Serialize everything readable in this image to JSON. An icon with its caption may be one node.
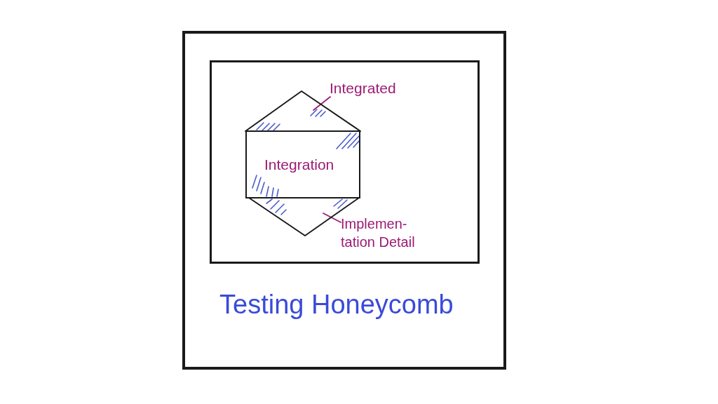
{
  "diagram": {
    "nodes": [
      {
        "text": [
          "Testing Honeycomb"
        ]
      },
      {
        "text": [],
        "shape": "box",
        "in": 0
      },
      {
        "text": [],
        "shape": "triangle",
        "in": 1
      },
      {
        "text": [
          "Integration"
        ],
        "in": 1
      },
      {
        "text": [],
        "shape": "triangle",
        "in": 1
      },
      {
        "text": [
          "Integrated"
        ],
        "in": 1
      },
      {
        "text": [
          "Implemen- tation Detail"
        ],
        "in": 1
      }
    ],
    "edges": [
      {
        "from": 5,
        "to": 2,
        "arrow": "none"
      },
      {
        "from": 6,
        "to": 4,
        "arrow": "none"
      }
    ]
  }
}
